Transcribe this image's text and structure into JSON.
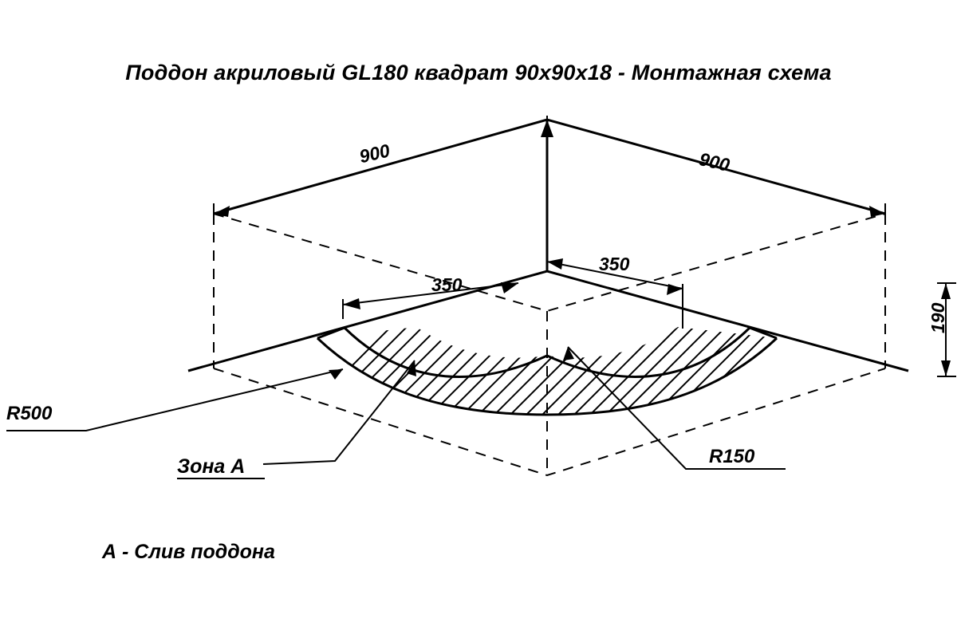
{
  "document": {
    "title": "Поддон акриловый  GL180 квадрат 90x90x18 - Монтажная схема"
  },
  "labels": {
    "width_left": "900",
    "width_right": "900",
    "drain_offset_left": "350",
    "drain_offset_right": "350",
    "height": "190",
    "radius_outer": "R500",
    "radius_inner": "R150",
    "zone_a": "Зона А",
    "zone_a_legend": "А - Слив поддона"
  },
  "colors": {
    "line": "#000000",
    "background": "#ffffff"
  }
}
